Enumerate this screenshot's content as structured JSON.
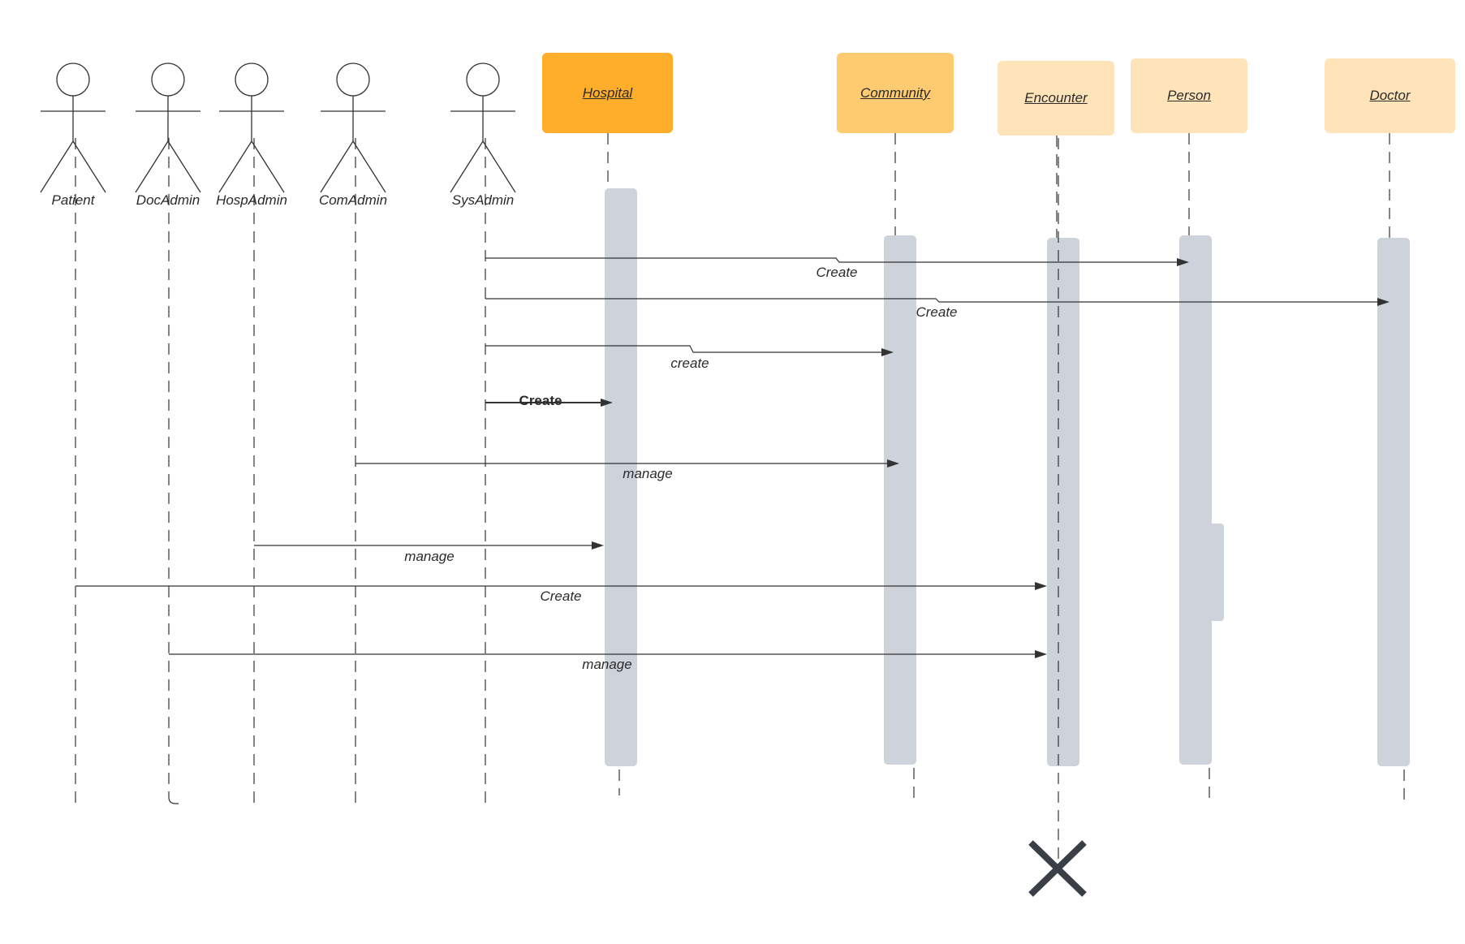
{
  "actors": [
    {
      "id": "patient",
      "label": "Patient"
    },
    {
      "id": "docadmin",
      "label": "DocAdmin"
    },
    {
      "id": "hospadmin",
      "label": "HospAdmin"
    },
    {
      "id": "comadmin",
      "label": "ComAdmin"
    },
    {
      "id": "sysadmin",
      "label": "SysAdmin"
    }
  ],
  "objects": [
    {
      "id": "hospital",
      "label": "Hospital",
      "color": "#FFAE2B"
    },
    {
      "id": "community",
      "label": "Community",
      "color": "#FFCB70"
    },
    {
      "id": "encounter",
      "label": "Encounter",
      "color": "#FFE4BA"
    },
    {
      "id": "person",
      "label": "Person",
      "color": "#FFE4BA"
    },
    {
      "id": "doctor",
      "label": "Doctor",
      "color": "#FFE4BA"
    }
  ],
  "messages": [
    {
      "id": "m1",
      "from": "sysadmin",
      "to": "person",
      "label": "Create"
    },
    {
      "id": "m2",
      "from": "sysadmin",
      "to": "doctor",
      "label": "Create"
    },
    {
      "id": "m3",
      "from": "sysadmin",
      "to": "community",
      "label": "create"
    },
    {
      "id": "m4",
      "from": "sysadmin",
      "to": "hospital",
      "label": "Create",
      "emphasis": "bold"
    },
    {
      "id": "m5",
      "from": "comadmin",
      "to": "community",
      "label": "manage"
    },
    {
      "id": "m6",
      "from": "hospadmin",
      "to": "hospital",
      "label": "manage"
    },
    {
      "id": "m7",
      "from": "patient",
      "to": "encounter",
      "label": "Create"
    },
    {
      "id": "m8",
      "from": "docadmin",
      "to": "encounter",
      "label": "manage"
    }
  ],
  "colors": {
    "line": "#333333",
    "activation": "#CDD2DB",
    "destroy_mark": "#3A3F47"
  },
  "destroy_icon": "x-destroy-icon"
}
